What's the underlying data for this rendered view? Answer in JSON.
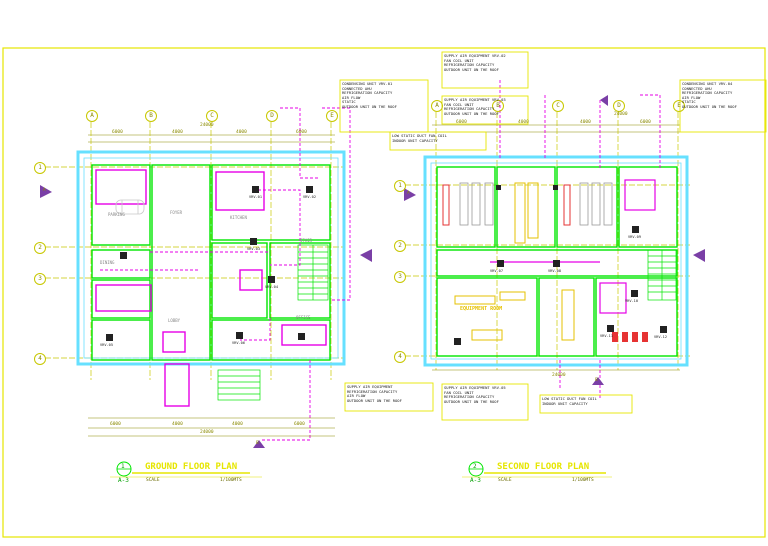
{
  "plans": [
    {
      "title": "GROUND FLOOR PLAN",
      "number": "1",
      "sheet": "A-3",
      "scale_label": "SCALE",
      "scale_value": "1/100MTS",
      "grid_columns": [
        "A",
        "B",
        "C",
        "D",
        "E"
      ],
      "grid_rows": [
        "1",
        "2",
        "3",
        "4"
      ],
      "top_dims": [
        "6000",
        "4000",
        "4000",
        "6000"
      ],
      "top_total": "24000",
      "bottom_dims": [
        "6000",
        "4000",
        "4000",
        "6000"
      ],
      "bottom_total": "24000",
      "rooms": [
        "PARKING",
        "FOYER",
        "LOBBY",
        "STAIR",
        "KITCHEN",
        "DINING",
        "OFFICE"
      ],
      "units": [
        "VRV-01",
        "VRV-02",
        "VRV-03",
        "VRV-04",
        "VRV-05",
        "VRV-06"
      ],
      "section_marks": [
        "A",
        "B"
      ]
    },
    {
      "title": "SECOND FLOOR PLAN",
      "number": "2",
      "sheet": "A-3",
      "scale_label": "SCALE",
      "scale_value": "1/100MTS",
      "grid_columns": [
        "A",
        "B",
        "C",
        "D",
        "E"
      ],
      "grid_rows": [
        "1",
        "2",
        "3",
        "4"
      ],
      "top_dims": [
        "6000",
        "4000",
        "4000",
        "6000"
      ],
      "top_total": "24000",
      "bottom_total": "24000",
      "equipment_label": "EQUIPMENT ROOM",
      "units": [
        "VRV-07",
        "VRV-08",
        "VRV-09",
        "VRV-10",
        "VRV-11",
        "VRV-12"
      ],
      "section_marks": [
        "A",
        "B"
      ]
    }
  ],
  "notes": [
    {
      "lines": [
        "CONDENSING UNIT",
        "CONNECTED AHU",
        "REFRIGERATION CAPACITY",
        "AIR FLOW",
        "STATIC",
        "OUTDOOR UNIT ON THE ROOF"
      ],
      "tag": "VRV-01"
    },
    {
      "lines": [
        "SUPPLY AIR EQUIPMENT",
        "FAN COIL UNIT",
        "REFRIGERATION CAPACITY",
        "OUTDOOR UNIT ON THE ROOF"
      ],
      "tag": "VRV-02"
    },
    {
      "lines": [
        "SUPPLY AIR EQUIPMENT",
        "FAN COIL UNIT",
        "REFRIGERATION CAPACITY",
        "OUTDOOR UNIT ON THE ROOF"
      ],
      "tag": "VRV-03"
    },
    {
      "lines": [
        "CONDENSING UNIT",
        "CONNECTED AHU",
        "REFRIGERATION CAPACITY",
        "AIR FLOW",
        "STATIC",
        "OUTDOOR UNIT ON THE ROOF"
      ],
      "tag": "VRV-04"
    },
    {
      "lines": [
        "LOW STATIC DUCT FAN COIL",
        "INDOOR UNIT CAPACITY"
      ],
      "tag": ""
    },
    {
      "lines": [
        "SUPPLY AIR EQUIPMENT",
        "REFRIGERATION CAPACITY",
        "AIR FLOW",
        "OUTDOOR UNIT ON THE ROOF"
      ],
      "tag": ""
    },
    {
      "lines": [
        "SUPPLY AIR EQUIPMENT",
        "FAN COIL UNIT",
        "REFRIGERATION CAPACITY",
        "OUTDOOR UNIT ON THE ROOF"
      ],
      "tag": "VRV-05"
    },
    {
      "lines": [
        "LOW STATIC DUCT FAN COIL",
        "INDOOR UNIT CAPACITY"
      ],
      "tag": ""
    }
  ],
  "colors": {
    "border": "#e6e600",
    "grid": "#c8c800",
    "wall": "#00e600",
    "duct": "#e600e6",
    "cyan": "#66e0ff",
    "title": "#e6e600",
    "dims": "#8a8a00"
  }
}
